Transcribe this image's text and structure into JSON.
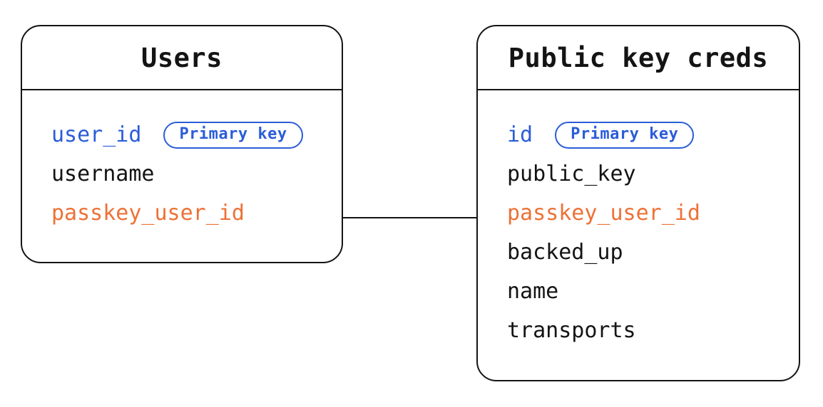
{
  "diagram": {
    "tables": [
      {
        "title": "Users",
        "fields": [
          {
            "name": "user_id",
            "color": "blue",
            "badge": "Primary key"
          },
          {
            "name": "username",
            "color": "black"
          },
          {
            "name": "passkey_user_id",
            "color": "orange"
          }
        ]
      },
      {
        "title": "Public key creds",
        "fields": [
          {
            "name": "id",
            "color": "blue",
            "badge": "Primary key"
          },
          {
            "name": "public_key",
            "color": "black"
          },
          {
            "name": "passkey_user_id",
            "color": "orange"
          },
          {
            "name": "backed_up",
            "color": "black"
          },
          {
            "name": "name",
            "color": "black"
          },
          {
            "name": "transports",
            "color": "black"
          }
        ]
      }
    ],
    "relationship": {
      "from": "Users.passkey_user_id",
      "to": "Public key creds.passkey_user_id"
    },
    "colors": {
      "ink": "#141414",
      "blue": "#2b5dd8",
      "orange": "#ed7136",
      "bg": "#ffffff"
    }
  }
}
